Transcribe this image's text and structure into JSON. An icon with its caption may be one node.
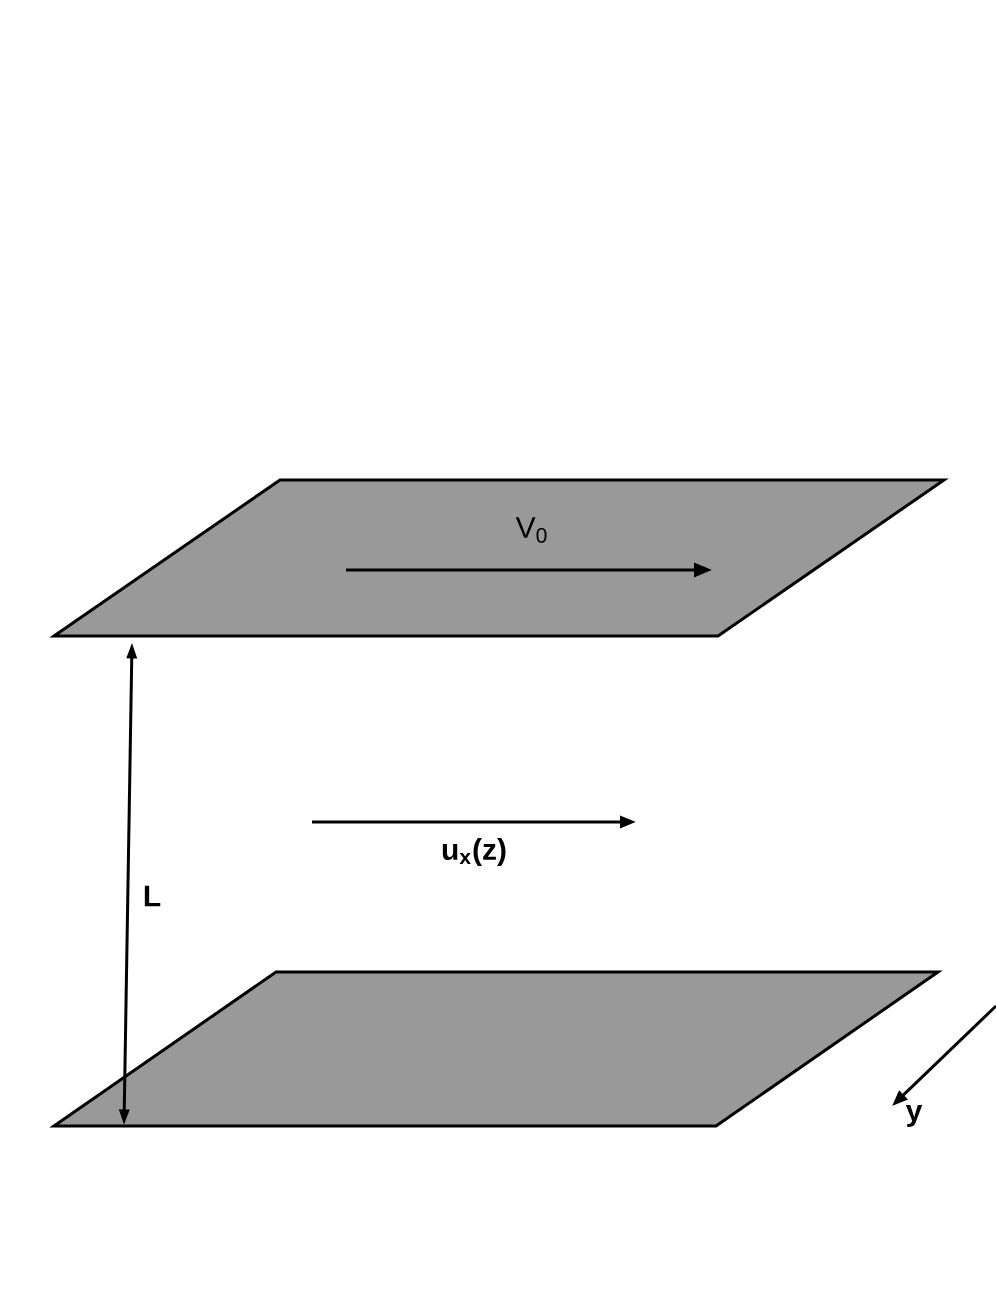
{
  "diagram": {
    "nodes": [
      {
        "text": [],
        "shape": "parallelogram"
      },
      {
        "text": [],
        "shape": "parallelogram"
      }
    ],
    "edges": [
      {
        "from": 0,
        "to": 1,
        "arrow": "both",
        "label": "L"
      }
    ],
    "labels": [
      "V$_{0}$",
      "u$_{x}$(z)",
      "y"
    ]
  }
}
